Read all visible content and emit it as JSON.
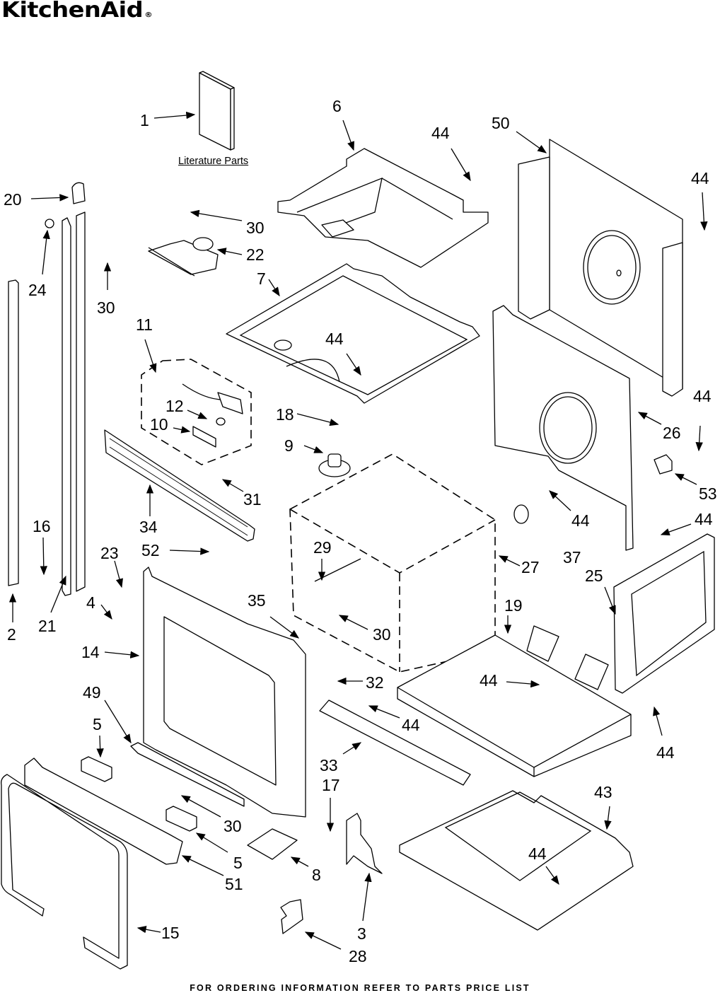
{
  "header": {
    "brand": "KitchenAid",
    "registered_mark": "®"
  },
  "literature_caption": "Literature Parts",
  "footer_note": "FOR ORDERING INFORMATION REFER TO PARTS PRICE LIST",
  "callouts": [
    {
      "id": "c1",
      "number": "1",
      "part": "literature-parts"
    },
    {
      "id": "c6",
      "number": "6",
      "part": "top-shield"
    },
    {
      "id": "c44a",
      "number": "44",
      "part": "screw"
    },
    {
      "id": "c50",
      "number": "50",
      "part": "rear-panel"
    },
    {
      "id": "c44b",
      "number": "44",
      "part": "screw"
    },
    {
      "id": "c20",
      "number": "20",
      "part": "trim-end-cap"
    },
    {
      "id": "c30a",
      "number": "30",
      "part": "screw"
    },
    {
      "id": "c22",
      "number": "22",
      "part": "door-latch"
    },
    {
      "id": "c24",
      "number": "24",
      "part": "nut"
    },
    {
      "id": "c30b",
      "number": "30",
      "part": "screw"
    },
    {
      "id": "c7",
      "number": "7",
      "part": "oven-top-panel"
    },
    {
      "id": "c11",
      "number": "11",
      "part": "light-assembly"
    },
    {
      "id": "c44c",
      "number": "44",
      "part": "screw"
    },
    {
      "id": "c12",
      "number": "12",
      "part": "bulb"
    },
    {
      "id": "c10",
      "number": "10",
      "part": "lens"
    },
    {
      "id": "c18",
      "number": "18",
      "part": "screw"
    },
    {
      "id": "c9",
      "number": "9",
      "part": "fan-motor"
    },
    {
      "id": "c26",
      "number": "26",
      "part": "rear-frame"
    },
    {
      "id": "c44d",
      "number": "44",
      "part": "screw"
    },
    {
      "id": "c53",
      "number": "53",
      "part": "bracket"
    },
    {
      "id": "c31",
      "number": "31",
      "part": "screw"
    },
    {
      "id": "c34",
      "number": "34",
      "part": "vent-grille"
    },
    {
      "id": "c44e",
      "number": "44",
      "part": "screw"
    },
    {
      "id": "c37",
      "number": "37",
      "part": "thermal-fuse"
    },
    {
      "id": "c44f",
      "number": "44",
      "part": "screw"
    },
    {
      "id": "c16",
      "number": "16",
      "part": "screw"
    },
    {
      "id": "c23",
      "number": "23",
      "part": "screw"
    },
    {
      "id": "c52",
      "number": "52",
      "part": "screw"
    },
    {
      "id": "c29",
      "number": "29",
      "part": "sensor"
    },
    {
      "id": "c27",
      "number": "27",
      "part": "oven-cavity"
    },
    {
      "id": "c25",
      "number": "25",
      "part": "side-panel"
    },
    {
      "id": "c4",
      "number": "4",
      "part": "bumper"
    },
    {
      "id": "c35",
      "number": "35",
      "part": "nut"
    },
    {
      "id": "c30c",
      "number": "30",
      "part": "screw"
    },
    {
      "id": "c19",
      "number": "19",
      "part": "bottom-shield"
    },
    {
      "id": "c2",
      "number": "2",
      "part": "trim-strip"
    },
    {
      "id": "c21",
      "number": "21",
      "part": "side-trim"
    },
    {
      "id": "c14",
      "number": "14",
      "part": "front-frame"
    },
    {
      "id": "c32",
      "number": "32",
      "part": "screw"
    },
    {
      "id": "c44g",
      "number": "44",
      "part": "screw"
    },
    {
      "id": "c49",
      "number": "49",
      "part": "support"
    },
    {
      "id": "c44h",
      "number": "44",
      "part": "screw"
    },
    {
      "id": "c5a",
      "number": "5",
      "part": "spacer"
    },
    {
      "id": "c44i",
      "number": "44",
      "part": "screw"
    },
    {
      "id": "c33",
      "number": "33",
      "part": "trim"
    },
    {
      "id": "c17",
      "number": "17",
      "part": "screw"
    },
    {
      "id": "c43",
      "number": "43",
      "part": "base-tray"
    },
    {
      "id": "c30d",
      "number": "30",
      "part": "screw"
    },
    {
      "id": "c5b",
      "number": "5",
      "part": "spacer"
    },
    {
      "id": "c44j",
      "number": "44",
      "part": "screw"
    },
    {
      "id": "c8",
      "number": "8",
      "part": "bracket"
    },
    {
      "id": "c51",
      "number": "51",
      "part": "vent-trim"
    },
    {
      "id": "c3",
      "number": "3",
      "part": "hinge-bracket"
    },
    {
      "id": "c15",
      "number": "15",
      "part": "gasket"
    },
    {
      "id": "c28",
      "number": "28",
      "part": "hinge-receptacle"
    }
  ]
}
